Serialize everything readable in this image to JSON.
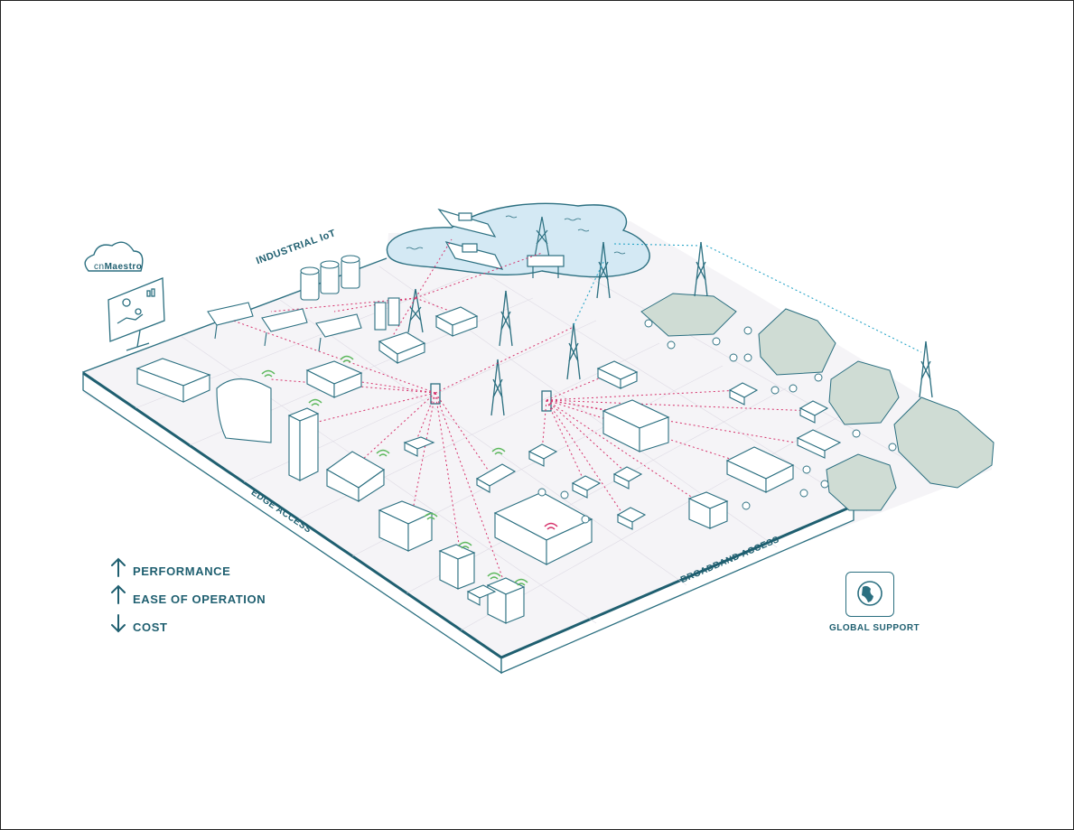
{
  "labels": {
    "industrial_iot": "INDUSTRIAL IoT",
    "edge_access": "EDGE ACCESS",
    "broadband_access": "BROADBAND ACCESS",
    "global_support": "GLOBAL SUPPORT",
    "cnmaestro_prefix": "cn",
    "cnmaestro_name": "Maestro"
  },
  "legend": [
    {
      "direction": "up",
      "text": "PERFORMANCE"
    },
    {
      "direction": "up",
      "text": "EASE OF OPERATION"
    },
    {
      "direction": "down",
      "text": "COST"
    }
  ],
  "colors": {
    "primary": "#1f5f70",
    "line": "#2b6f80",
    "signal_link": "#d6336c",
    "backhaul_link": "#2aa6c8",
    "wifi": "#5cb85c",
    "water": "#d4e9f4",
    "ground": "#f6f5f8",
    "mountain": "#cfdcd4"
  }
}
